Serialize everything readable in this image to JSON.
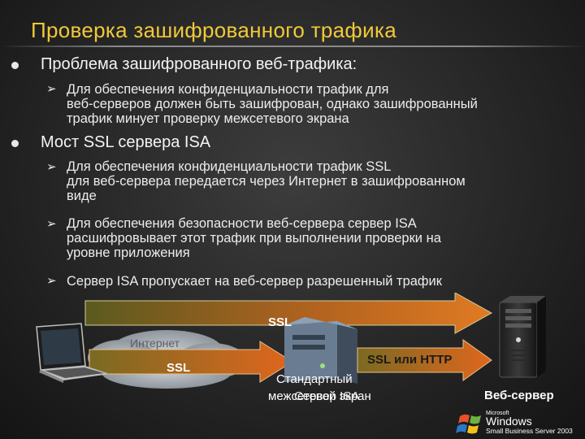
{
  "slide": {
    "title": "Проверка зашифрованного трафика",
    "bullets": [
      {
        "text": "Проблема зашифрованного веб-трафика:",
        "sub": [
          {
            "lines": [
              "Для обеспечения конфиденциальности трафик для",
              "веб-серверов должен быть зашифрован, однако зашифрованный",
              "трафик минует проверку межсетевого экрана"
            ]
          }
        ]
      },
      {
        "text": "Мост SSL сервера ISA",
        "sub": [
          {
            "lines": [
              "Для обеспечения конфиденциальности трафик SSL",
              "для веб-сервера передается через Интернет в зашифрованном",
              "виде"
            ]
          },
          {
            "lines": [
              "Для обеспечения безопасности веб-сервера сервер ISA",
              "расшифровывает этот трафик при выполнении проверки на",
              "уровне приложения"
            ]
          },
          {
            "lines": [
              "Сервер ISA пропускает на веб-сервер разрешенный трафик"
            ]
          }
        ]
      }
    ]
  },
  "diagram": {
    "top_arrow_label": "SSL",
    "internet_label": "Интернет",
    "left_arrow_label": "SSL",
    "right_arrow_label": "SSL или HTTP",
    "firewall_label_line1": "Стандартный",
    "firewall_label_line2": "межсетевой экран",
    "firewall_label_overlap": "Сервер ISA",
    "webserver_label": "Веб-сервер"
  },
  "logo": {
    "microsoft": "Microsoft",
    "windows": "Windows",
    "product": "Small Business Server 2003"
  },
  "colors": {
    "title": "#f0c93a",
    "arrow_gradient_start": "#5b5a1f",
    "arrow_gradient_end": "#e07a22"
  }
}
